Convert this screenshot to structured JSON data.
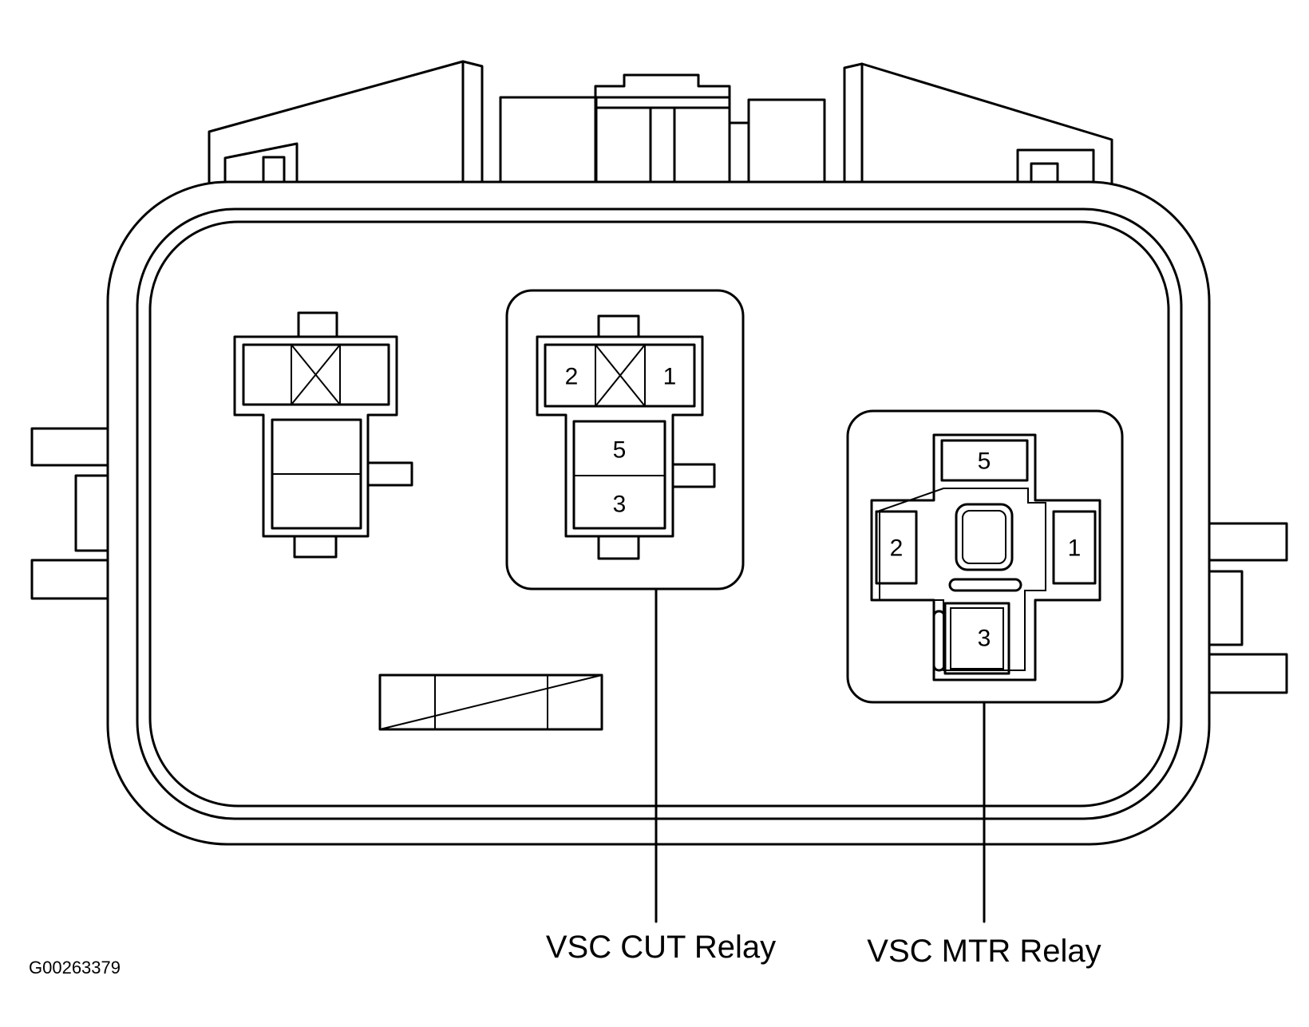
{
  "diagram": {
    "figure_code": "G00263379",
    "callouts": {
      "cut_relay": "VSC CUT Relay",
      "mtr_relay": "VSC MTR Relay"
    },
    "cut_relay_pins": {
      "p2": "2",
      "p1": "1",
      "p5": "5",
      "p3": "3"
    },
    "mtr_relay_pins": {
      "p5": "5",
      "p2": "2",
      "p1": "1",
      "p3": "3"
    }
  }
}
